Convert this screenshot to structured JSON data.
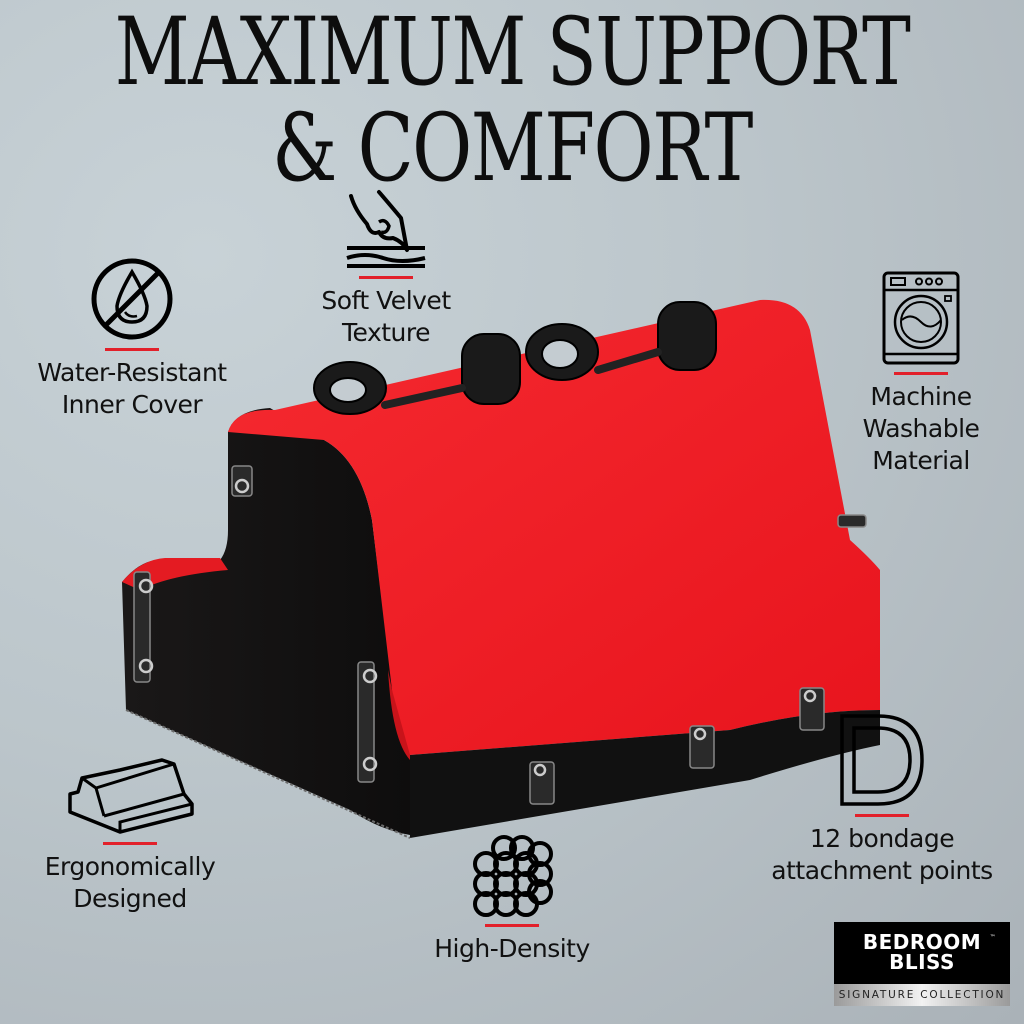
{
  "headline": {
    "line1": "MAXIMUM SUPPORT",
    "line2": "& COMFORT"
  },
  "colors": {
    "accent_rule": "#e2202a",
    "product_red": "#f2222b",
    "product_black": "#141212",
    "background_light": "#c8d2d7",
    "background_dark": "#aab2b8"
  },
  "features": [
    {
      "id": "water",
      "icon": "no-water-drop-icon",
      "label": "Water-Resistant\nInner Cover"
    },
    {
      "id": "velvet",
      "icon": "hand-touch-fabric-icon",
      "label": "Soft Velvet\nTexture"
    },
    {
      "id": "washable",
      "icon": "washing-machine-icon",
      "label": "Machine\nWashable\nMaterial"
    },
    {
      "id": "ergonomic",
      "icon": "wedge-cushion-icon",
      "label": "Ergonomically\nDesigned"
    },
    {
      "id": "density",
      "icon": "stacked-spheres-icon",
      "label": "High-Density"
    },
    {
      "id": "attachment",
      "icon": "d-ring-icon",
      "label": "12 bondage\nattachment points"
    }
  ],
  "brand": {
    "line1": "BEDROOM",
    "line2": "BLISS",
    "trademark": "™",
    "subline": "SIGNATURE COLLECTION"
  }
}
